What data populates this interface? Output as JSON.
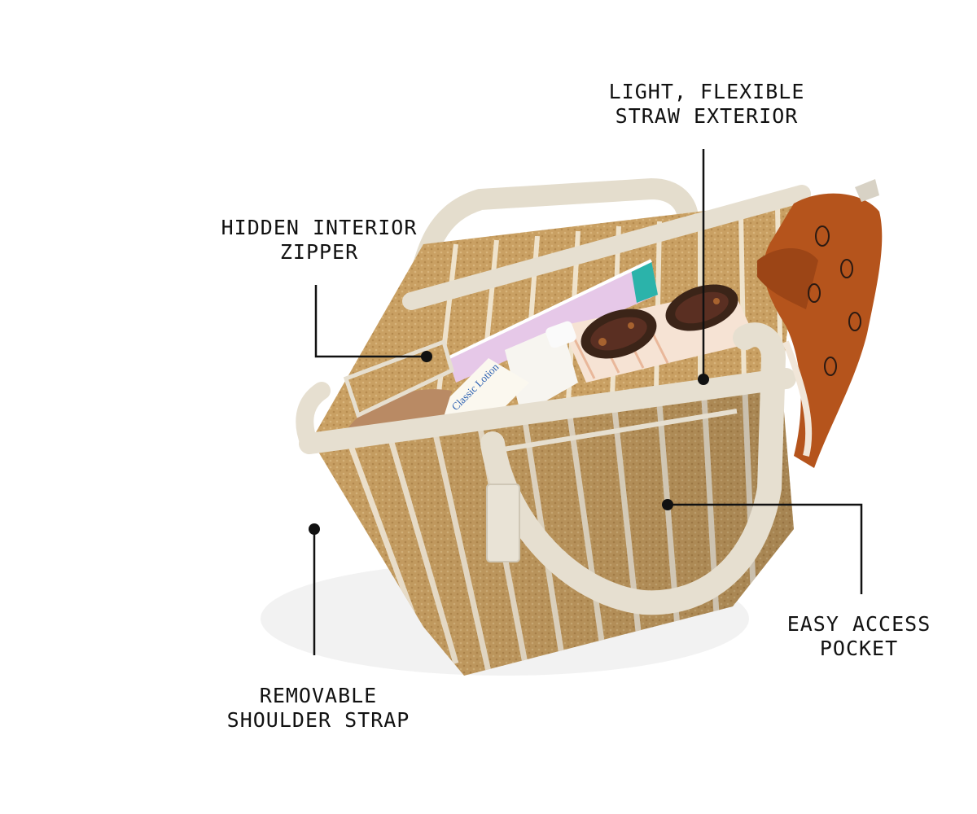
{
  "colors": {
    "background": "#ffffff",
    "callout_ink": "#111111",
    "straw": "#c9a063",
    "straw_stripe": "#f3ead8",
    "canvas_trim": "#e6dfd0",
    "scarf": "#b5541c"
  },
  "callouts": {
    "light_flexible": {
      "line1": "LIGHT, FLEXIBLE",
      "line2": "STRAW EXTERIOR"
    },
    "hidden_zipper": {
      "line1": "HIDDEN INTERIOR",
      "line2": "ZIPPER"
    },
    "easy_access": {
      "line1": "EASY ACCESS",
      "line2": "POCKET"
    },
    "removable_strap": {
      "line1": "REMOVABLE",
      "line2": "SHOULDER STRAP"
    }
  },
  "product": {
    "bottle_label": "Classic Lotion"
  }
}
